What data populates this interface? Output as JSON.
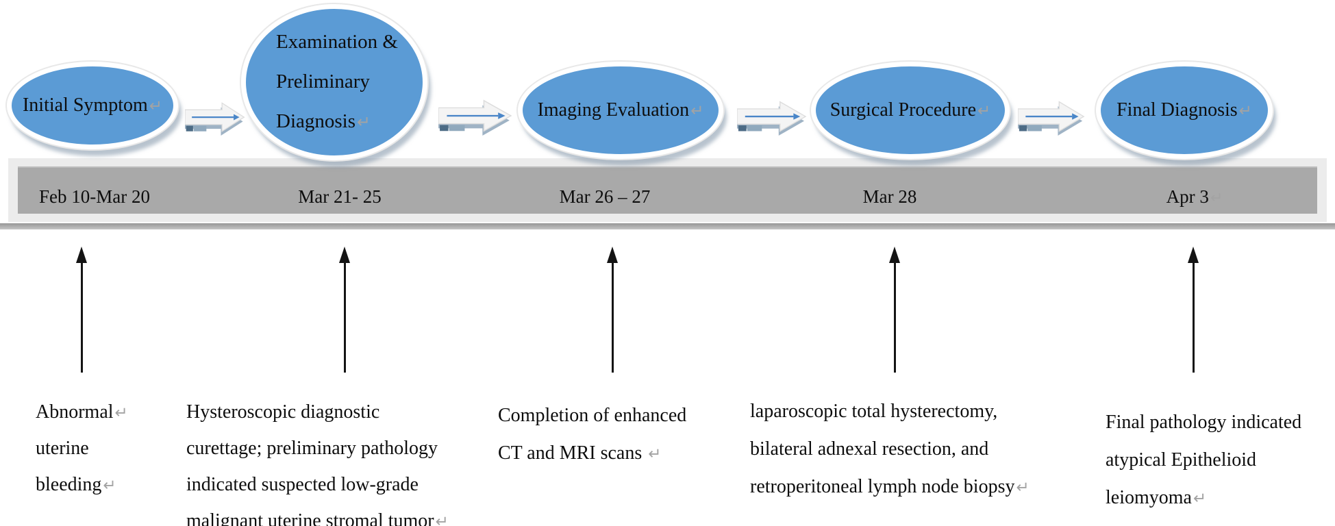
{
  "figure": {
    "type": "clinical-course-timeline"
  },
  "colors": {
    "node_fill": "#5B9BD5",
    "node_ring": "#FFFFFF",
    "bar_fill": "#A9A9A9",
    "bar_frame": "#ECECEC",
    "flow_arrow_body": "#F4F4F4",
    "flow_arrow_blue": "#4A86C8",
    "flow_arrow_shadow": "#9FB3C5",
    "up_arrow": "#141414",
    "return_mark": "#A3A3A3"
  },
  "stages": [
    {
      "name": "initial-symptom",
      "shape_lines": [
        {
          "text": "Initial Symptom",
          "ret": "↵"
        }
      ],
      "date": {
        "text": "Feb 10-Mar 20",
        "ret": ""
      },
      "notes": [
        {
          "text": "Abnormal",
          "ret": "↵"
        },
        {
          "text": "uterine",
          "ret": ""
        },
        {
          "text": "bleeding",
          "ret": "↵"
        }
      ]
    },
    {
      "name": "examination-preliminary-diagnosis",
      "shape_lines": [
        {
          "text": "Examination &",
          "ret": ""
        },
        {
          "text": "Preliminary",
          "ret": ""
        },
        {
          "text": "Diagnosis",
          "ret": "↵"
        }
      ],
      "date": {
        "text": "Mar 21- 25",
        "ret": ""
      },
      "notes": [
        {
          "text": "Hysteroscopic diagnostic",
          "ret": ""
        },
        {
          "text": "curettage; preliminary pathology",
          "ret": ""
        },
        {
          "text": "indicated suspected low-grade",
          "ret": ""
        },
        {
          "text": "malignant uterine stromal tumor",
          "ret": "↵"
        }
      ]
    },
    {
      "name": "imaging-evaluation",
      "shape_lines": [
        {
          "text": "Imaging Evaluation",
          "ret": "↵"
        }
      ],
      "date": {
        "text": "Mar 26 – 27",
        "ret": ""
      },
      "notes": [
        {
          "text": "Completion of enhanced",
          "ret": ""
        },
        {
          "text": "CT and MRI scans ",
          "ret": "↵"
        }
      ]
    },
    {
      "name": "surgical-procedure",
      "shape_lines": [
        {
          "text": "Surgical Procedure",
          "ret": "↵"
        }
      ],
      "date": {
        "text": "Mar 28",
        "ret": ""
      },
      "notes": [
        {
          "text": "laparoscopic total hysterectomy,",
          "ret": ""
        },
        {
          "text": "bilateral adnexal resection, and",
          "ret": ""
        },
        {
          "text": "retroperitoneal lymph node biopsy",
          "ret": "↵"
        }
      ]
    },
    {
      "name": "final-diagnosis",
      "shape_lines": [
        {
          "text": "Final Diagnosis",
          "ret": "↵"
        }
      ],
      "date": {
        "text": "Apr 3",
        "ret": "↵"
      },
      "notes": [
        {
          "text": "Final pathology indicated",
          "ret": ""
        },
        {
          "text": "atypical Epithelioid",
          "ret": ""
        },
        {
          "text": "leiomyoma",
          "ret": "↵"
        }
      ]
    }
  ]
}
